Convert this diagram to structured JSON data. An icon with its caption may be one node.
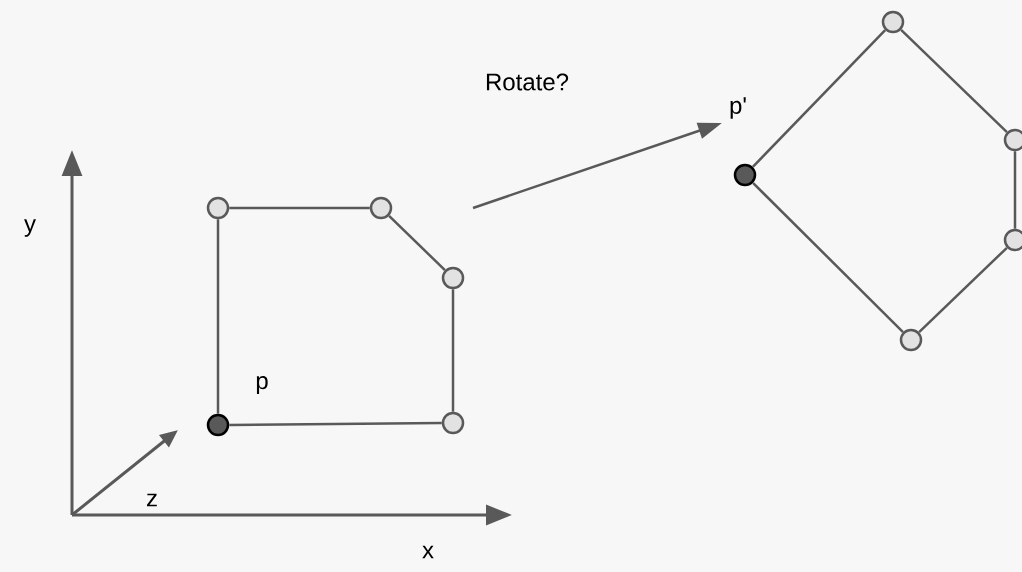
{
  "diagram": {
    "nodes": [
      {
        "text": [],
        "shape": "circle"
      },
      {
        "text": [],
        "shape": "circle"
      },
      {
        "text": [],
        "shape": "circle"
      },
      {
        "text": [],
        "shape": "circle"
      },
      {
        "text": [],
        "shape": "circle",
        "beside": [
          "p"
        ]
      },
      {
        "text": [],
        "shape": "circle"
      },
      {
        "text": [],
        "shape": "circle",
        "beside": [
          "p'"
        ]
      },
      {
        "text": [],
        "shape": "circle"
      },
      {
        "text": [],
        "shape": "circle"
      },
      {
        "text": [],
        "shape": "circle"
      }
    ],
    "edges": [
      {
        "from": 0,
        "to": 1,
        "arrow": "none"
      },
      {
        "from": 1,
        "to": 2,
        "arrow": "none"
      },
      {
        "from": 2,
        "to": 3,
        "arrow": "none"
      },
      {
        "from": 3,
        "to": 4,
        "arrow": "none"
      },
      {
        "from": 4,
        "to": 0,
        "arrow": "none"
      },
      {
        "from": 6,
        "to": 5,
        "arrow": "none"
      },
      {
        "from": 5,
        "to": 7,
        "arrow": "none"
      },
      {
        "from": 7,
        "to": 8,
        "arrow": "none"
      },
      {
        "from": 8,
        "to": 9,
        "arrow": "none"
      },
      {
        "from": 9,
        "to": 6,
        "arrow": "none"
      }
    ],
    "labels": [
      "Rotate?",
      "y",
      "z",
      "x"
    ]
  }
}
